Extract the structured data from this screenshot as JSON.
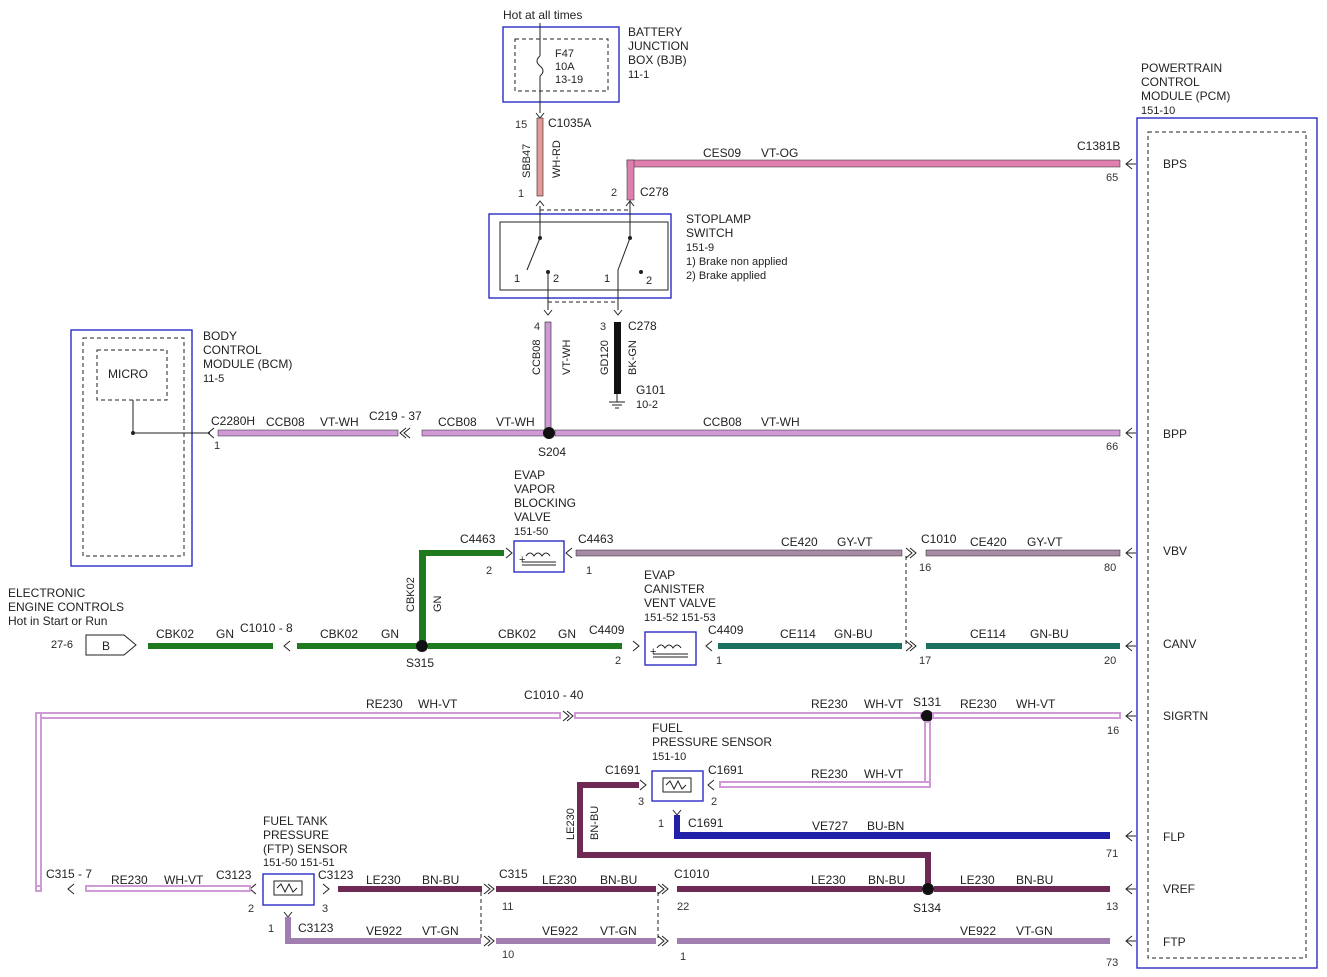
{
  "colors": {
    "wh_vt": "#cf9ad6",
    "vt_wh": "#cf9ad6",
    "vt_og": "#df7fae",
    "wh_rd": "#e69a9a",
    "gn": "#1f7a1f",
    "gn_bu": "#1c7060",
    "gy_vt": "#a68aa6",
    "bn_bu": "#6e2a55",
    "bu_bn": "#2020a8",
    "vt_gn": "#a07eb0",
    "bk_gn": "#111111",
    "module_border": "#2c2cc8"
  },
  "battery": {
    "hot_label": "Hot at all times",
    "fuse_name": "F47",
    "fuse_rating": "10A",
    "fuse_ref": "13-19",
    "title_1": "BATTERY",
    "title_2": "JUNCTION",
    "title_3": "BOX (BJB)",
    "ref": "11-1",
    "pin_top": "15",
    "connector": "C1035A",
    "circuit": "SBB47",
    "color": "WH-RD",
    "pin_bottom": "1"
  },
  "stoplamp": {
    "title_1": "STOPLAMP",
    "title_2": "SWITCH",
    "ref": "151-9",
    "note_1": "1) Brake non applied",
    "note_2": "2) Brake applied",
    "sw1_a": "1",
    "sw1_b": "2",
    "sw2_a": "1",
    "sw2_b": "2",
    "pin_2": "2",
    "connector_top": "C278",
    "pin_4": "4",
    "pin_3": "3",
    "connector_bottom": "C278",
    "ccb_circuit": "CCB08",
    "ccb_color": "VT-WH",
    "gd_circuit": "GD120",
    "gd_color": "BK-GN",
    "ground": "G101",
    "ground_ref": "10-2"
  },
  "pcm": {
    "title_1": "POWERTRAIN",
    "title_2": "CONTROL",
    "title_3": "MODULE (PCM)",
    "ref": "151-10",
    "connector": "C1381B",
    "pins": [
      {
        "name": "BPS",
        "num": "65"
      },
      {
        "name": "BPP",
        "num": "66"
      },
      {
        "name": "VBV",
        "num": "80"
      },
      {
        "name": "CANV",
        "num": "20"
      },
      {
        "name": "SIGRTN",
        "num": "16"
      },
      {
        "name": "FLP",
        "num": "71"
      },
      {
        "name": "VREF",
        "num": "13"
      },
      {
        "name": "FTP",
        "num": "73"
      }
    ]
  },
  "bcm": {
    "title_1": "BODY",
    "title_2": "CONTROL",
    "title_3": "MODULE (BCM)",
    "ref": "11-5",
    "micro": "MICRO",
    "connector": "C2280H",
    "pin": "1"
  },
  "bps_wire": {
    "circuit": "CES09",
    "color": "VT-OG"
  },
  "bpp": {
    "w1_circuit": "CCB08",
    "w1_color": "VT-WH",
    "c219": "C219 - 37",
    "w2_circuit": "CCB08",
    "w2_color": "VT-WH",
    "splice": "S204",
    "w3_circuit": "CCB08",
    "w3_color": "VT-WH"
  },
  "evap_vbv": {
    "title_1": "EVAP",
    "title_2": "VAPOR",
    "title_3": "BLOCKING",
    "title_4": "VALVE",
    "ref": "151-50",
    "conn_left": "C4463",
    "pin_left": "2",
    "conn_right": "C4463",
    "pin_right": "1",
    "w1_circuit": "CE420",
    "w1_color": "GY-VT",
    "c1010": "C1010",
    "c1010_pin": "16",
    "w2_circuit": "CE420",
    "w2_color": "GY-VT",
    "vertical_circuit": "CBK02",
    "vertical_color": "GN"
  },
  "eec": {
    "title_1": "ELECTRONIC",
    "title_2": "ENGINE CONTROLS",
    "title_3": "Hot in Start or Run",
    "ref": "27-6",
    "tag": "B"
  },
  "canv": {
    "w1_circuit": "CBK02",
    "w1_color": "GN",
    "c1010": "C1010 - 8",
    "w2_circuit": "CBK02",
    "w2_color": "GN",
    "splice": "S315",
    "w3_circuit": "CBK02",
    "w3_color": "GN",
    "conn_left": "C4409",
    "pin_left": "2",
    "valve_title_1": "EVAP",
    "valve_title_2": "CANISTER",
    "valve_title_3": "VENT VALVE",
    "valve_ref": "151-52  151-53",
    "conn_right": "C4409",
    "pin_right": "1",
    "w4_circuit": "CE114",
    "w4_color": "GN-BU",
    "c1010_pin": "17",
    "w5_circuit": "CE114",
    "w5_color": "GN-BU"
  },
  "sigrtn": {
    "w1_circuit": "RE230",
    "w1_color": "WH-VT",
    "c1010": "C1010 - 40",
    "w2_circuit": "RE230",
    "w2_color": "WH-VT",
    "splice": "S131",
    "w3_circuit": "RE230",
    "w3_color": "WH-VT"
  },
  "fps": {
    "title_1": "FUEL",
    "title_2": "PRESSURE SENSOR",
    "ref": "151-10",
    "conn_left": "C1691",
    "pin_left": "3",
    "conn_right": "C1691",
    "pin_right": "2",
    "w_circuit": "RE230",
    "w_color": "WH-VT",
    "pin_bottom": "1",
    "conn_bottom": "C1691",
    "flp_circuit": "VE727",
    "flp_color": "BU-BN",
    "le_circuit": "LE230",
    "le_color": "BN-BU"
  },
  "ftp": {
    "title_1": "FUEL TANK",
    "title_2": "PRESSURE",
    "title_3": "(FTP) SENSOR",
    "ref": "151-50  151-51",
    "conn_left": "C3123",
    "pin_left": "2",
    "conn_right": "C3123",
    "pin_right": "3",
    "pin_bottom": "1",
    "conn_bottom": "C3123",
    "c315_label": "C315 - 7",
    "left_circuit": "RE230",
    "left_color": "WH-VT"
  },
  "vref": {
    "w1_circuit": "LE230",
    "w1_color": "BN-BU",
    "c315": "C315",
    "c315_pin": "11",
    "w2_circuit": "LE230",
    "w2_color": "BN-BU",
    "c1010": "C1010",
    "c1010_pin": "22",
    "w3_circuit": "LE230",
    "w3_color": "BN-BU",
    "splice": "S134",
    "w4_circuit": "LE230",
    "w4_color": "BN-BU"
  },
  "ftp_wire": {
    "w1_circuit": "VE922",
    "w1_color": "VT-GN",
    "c315_pin": "10",
    "w2_circuit": "VE922",
    "w2_color": "VT-GN",
    "c1010_pin": "1",
    "w3_circuit": "VE922",
    "w3_color": "VT-GN"
  }
}
